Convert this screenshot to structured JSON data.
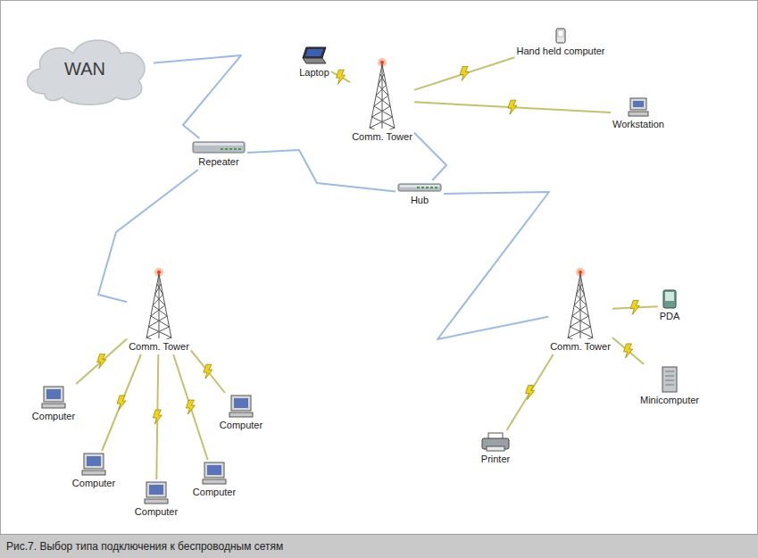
{
  "diagram": {
    "caption": "Рис.7. Выбор типа подключения к беспроводным сетям",
    "nodes": [
      {
        "text": [
          "WAN"
        ]
      },
      {
        "text": [
          "Hand held computer"
        ]
      },
      {
        "text": [
          "Laptop"
        ]
      },
      {
        "text": [
          "Comm. Tower"
        ]
      },
      {
        "text": [
          "Workstation"
        ]
      },
      {
        "text": [
          "Repeater"
        ]
      },
      {
        "text": [
          "Hub"
        ]
      },
      {
        "text": [
          "Comm. Tower"
        ]
      },
      {
        "text": [
          "Comm. Tower"
        ]
      },
      {
        "text": [
          "PDA"
        ]
      },
      {
        "text": [
          "Minicomputer"
        ]
      },
      {
        "text": [
          "Printer"
        ]
      },
      {
        "text": [
          "Computer"
        ]
      },
      {
        "text": [
          "Computer"
        ]
      },
      {
        "text": [
          "Computer"
        ]
      },
      {
        "text": [
          "Computer"
        ]
      },
      {
        "text": [
          "Computer"
        ]
      }
    ],
    "edges": [
      {
        "from": 0,
        "to": 5,
        "arrow": "none"
      },
      {
        "from": 5,
        "to": 6,
        "arrow": "none"
      },
      {
        "from": 6,
        "to": 3,
        "arrow": "none"
      },
      {
        "from": 3,
        "to": 2,
        "arrow": "none"
      },
      {
        "from": 3,
        "to": 1,
        "arrow": "none"
      },
      {
        "from": 3,
        "to": 4,
        "arrow": "none"
      },
      {
        "from": 6,
        "to": 8,
        "arrow": "none"
      },
      {
        "from": 5,
        "to": 7,
        "arrow": "none"
      },
      {
        "from": 8,
        "to": 9,
        "arrow": "none"
      },
      {
        "from": 8,
        "to": 10,
        "arrow": "none"
      },
      {
        "from": 8,
        "to": 11,
        "arrow": "none"
      },
      {
        "from": 7,
        "to": 12,
        "arrow": "none"
      },
      {
        "from": 7,
        "to": 13,
        "arrow": "none"
      },
      {
        "from": 7,
        "to": 14,
        "arrow": "none"
      },
      {
        "from": 7,
        "to": 15,
        "arrow": "none"
      },
      {
        "from": 7,
        "to": 16,
        "arrow": "none"
      }
    ]
  }
}
